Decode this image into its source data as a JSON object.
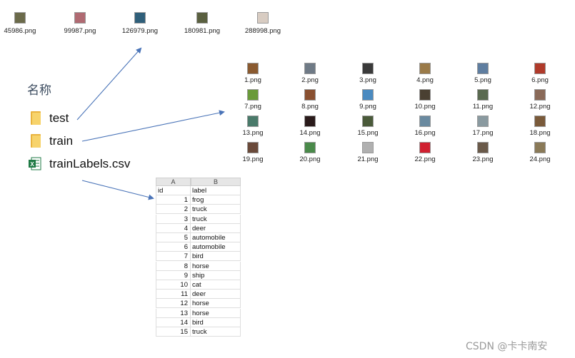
{
  "test_images": [
    {
      "name": "45986.png",
      "color": "#6b6a4a"
    },
    {
      "name": "99987.png",
      "color": "#b06a72"
    },
    {
      "name": "126979.png",
      "color": "#2f5f7a"
    },
    {
      "name": "180981.png",
      "color": "#5a6040"
    },
    {
      "name": "288998.png",
      "color": "#d8ccc2"
    }
  ],
  "train_images": [
    {
      "name": "1.png",
      "color": "#8a5a30"
    },
    {
      "name": "2.png",
      "color": "#6f7a86"
    },
    {
      "name": "3.png",
      "color": "#3a3a3a"
    },
    {
      "name": "4.png",
      "color": "#9a7a48"
    },
    {
      "name": "5.png",
      "color": "#5f7ea0"
    },
    {
      "name": "6.png",
      "color": "#b03a2a"
    },
    {
      "name": "7.png",
      "color": "#6a9a3a"
    },
    {
      "name": "8.png",
      "color": "#8a5030"
    },
    {
      "name": "9.png",
      "color": "#4a8ac0"
    },
    {
      "name": "10.png",
      "color": "#4a4032"
    },
    {
      "name": "11.png",
      "color": "#5a6a50"
    },
    {
      "name": "12.png",
      "color": "#8a6a58"
    },
    {
      "name": "13.png",
      "color": "#4a7a6a"
    },
    {
      "name": "14.png",
      "color": "#2a1a1a"
    },
    {
      "name": "15.png",
      "color": "#4a5a3a"
    },
    {
      "name": "16.png",
      "color": "#6a8aa0"
    },
    {
      "name": "17.png",
      "color": "#8a9aa0"
    },
    {
      "name": "18.png",
      "color": "#7a5a3a"
    },
    {
      "name": "19.png",
      "color": "#6a4a3a"
    },
    {
      "name": "20.png",
      "color": "#4a8a4a"
    },
    {
      "name": "21.png",
      "color": "#b0b0b0"
    },
    {
      "name": "22.png",
      "color": "#d02030"
    },
    {
      "name": "23.png",
      "color": "#6a5a4a"
    },
    {
      "name": "24.png",
      "color": "#8a7a58"
    }
  ],
  "explorer": {
    "heading": "名称",
    "items": [
      {
        "label": "test",
        "icon": "folder-icon"
      },
      {
        "label": "train",
        "icon": "folder-icon"
      },
      {
        "label": "trainLabels.csv",
        "icon": "excel-csv-icon"
      }
    ]
  },
  "sheet": {
    "col_a": "A",
    "col_b": "B",
    "header": {
      "id": "id",
      "label": "label"
    },
    "rows": [
      {
        "id": "1",
        "label": "frog"
      },
      {
        "id": "2",
        "label": "truck"
      },
      {
        "id": "3",
        "label": "truck"
      },
      {
        "id": "4",
        "label": "deer"
      },
      {
        "id": "5",
        "label": "automobile"
      },
      {
        "id": "6",
        "label": "automobile"
      },
      {
        "id": "7",
        "label": "bird"
      },
      {
        "id": "8",
        "label": "horse"
      },
      {
        "id": "9",
        "label": "ship"
      },
      {
        "id": "10",
        "label": "cat"
      },
      {
        "id": "11",
        "label": "deer"
      },
      {
        "id": "12",
        "label": "horse"
      },
      {
        "id": "13",
        "label": "horse"
      },
      {
        "id": "14",
        "label": "bird"
      },
      {
        "id": "15",
        "label": "truck"
      }
    ]
  },
  "watermark": "CSDN @卡卡南安",
  "colors": {
    "arrow": "#4a74b8",
    "folder": "#e9b33e",
    "excel": "#1f7a45"
  }
}
